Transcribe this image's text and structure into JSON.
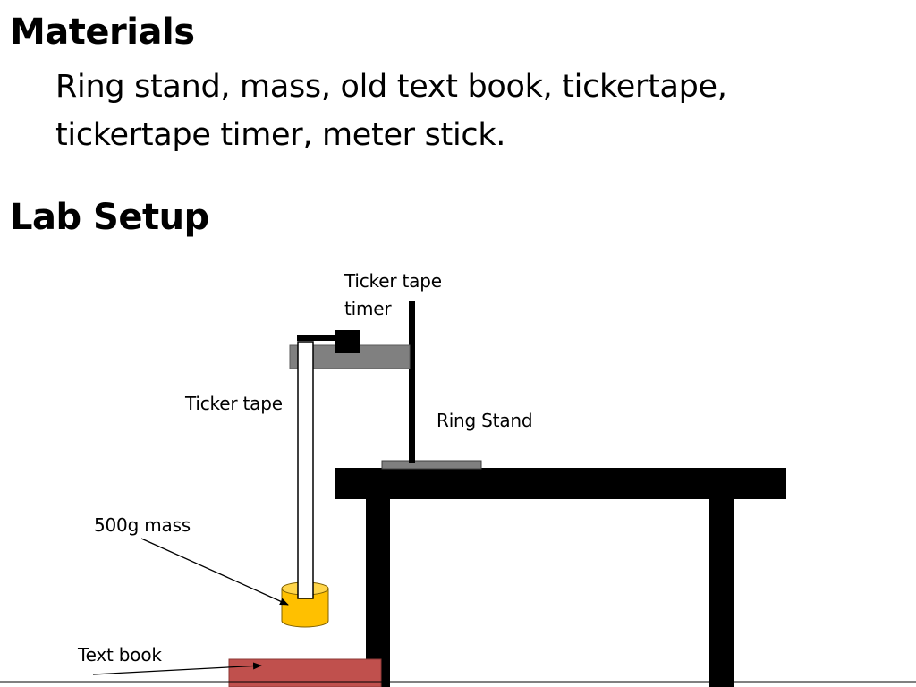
{
  "materials": {
    "heading": "Materials",
    "lines": [
      "Ring stand, mass, old text book, tickertape,",
      "tickertape timer, meter stick."
    ]
  },
  "setup": {
    "heading": "Lab Setup",
    "labels": {
      "timer_line1": "Ticker tape",
      "timer_line2": "timer",
      "ticker_tape": "Ticker tape",
      "ring_stand": "Ring Stand",
      "mass": "500g mass",
      "text_book": "Text book"
    }
  },
  "colors": {
    "table": "#000000",
    "clamp": "#808080",
    "stand_base": "#7f7f7f",
    "mass": "#ffc000",
    "book": "#c0504d",
    "tape": "#ffffff"
  }
}
